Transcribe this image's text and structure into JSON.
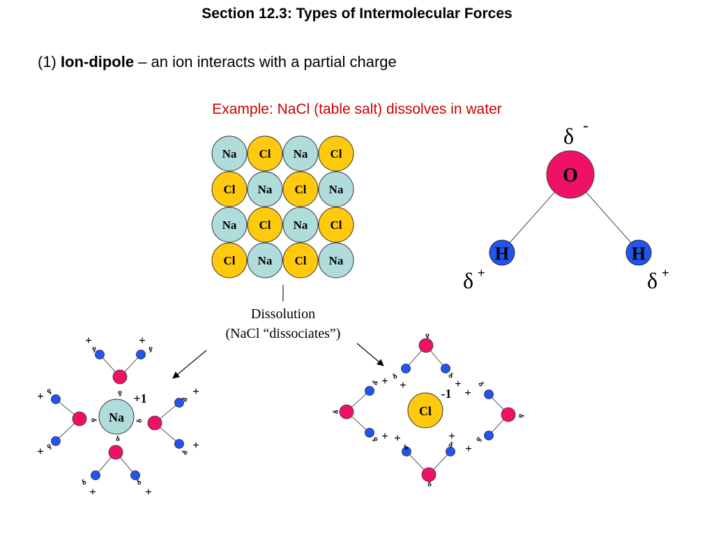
{
  "title": "Section 12.3:  Types of Intermolecular Forces",
  "subtitle": {
    "number": "(1) ",
    "term": "Ion-dipole",
    "rest": " – an ion interacts with a partial charge"
  },
  "example": {
    "text": "Example: NaCl (table salt) dissolves in water",
    "color": "#cc0000"
  },
  "lattice": [
    [
      "Na",
      "Cl",
      "Na",
      "Cl"
    ],
    [
      "Cl",
      "Na",
      "Cl",
      "Na"
    ],
    [
      "Na",
      "Cl",
      "Na",
      "Cl"
    ],
    [
      "Cl",
      "Na",
      "Cl",
      "Na"
    ]
  ],
  "water": {
    "oxygen": "O",
    "hydrogen": "H",
    "delta": "δ",
    "minus": "-",
    "plus": "+"
  },
  "dissolution": {
    "line1": "Dissolution",
    "line2": "(NaCl “dissociates”)"
  },
  "sodium_ion": {
    "symbol": "Na",
    "charge": "+1"
  },
  "chloride_ion": {
    "symbol": "Cl",
    "charge": "-1"
  },
  "colors": {
    "na": "#b0dcdc",
    "cl": "#ffc90e",
    "oxygen": "#ee1166",
    "hydrogen": "#2255ee",
    "ion_na": "#b0dcdc",
    "ion_cl": "#ffc90e"
  }
}
